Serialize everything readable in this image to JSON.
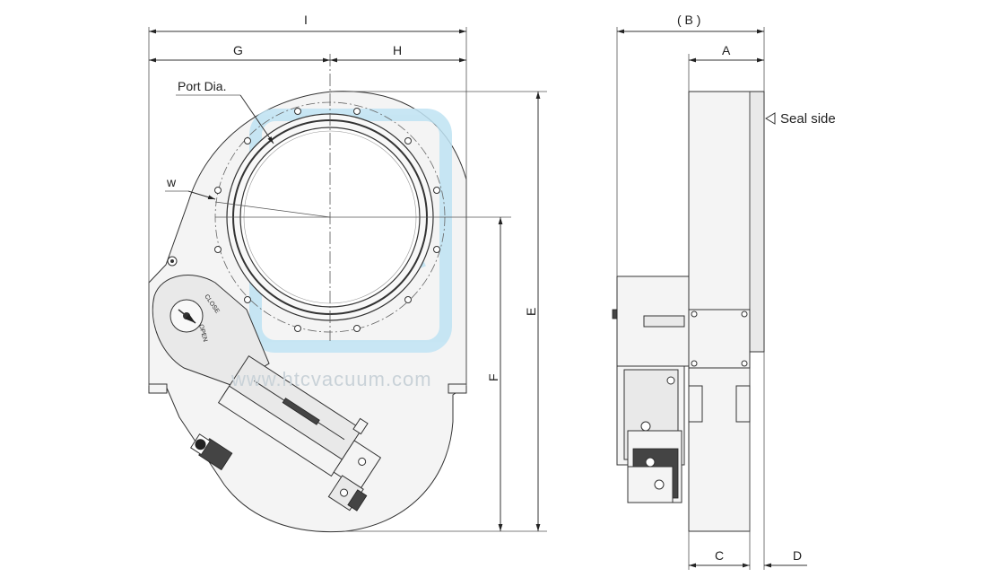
{
  "labels": {
    "I": "I",
    "G": "G",
    "H": "H",
    "port": "Port Dia.",
    "w": "w",
    "E": "E",
    "F": "F",
    "B": "( B )",
    "A": "A",
    "seal": "Seal side",
    "C": "C",
    "D": "D"
  },
  "knob": {
    "close": "CLOSE",
    "open": "OPEN"
  },
  "watermark": {
    "url": "www.htcvacuum.com"
  },
  "colors": {
    "line": "#333333",
    "watermark": "#bfe3f3",
    "body": "#f4f4f4"
  }
}
